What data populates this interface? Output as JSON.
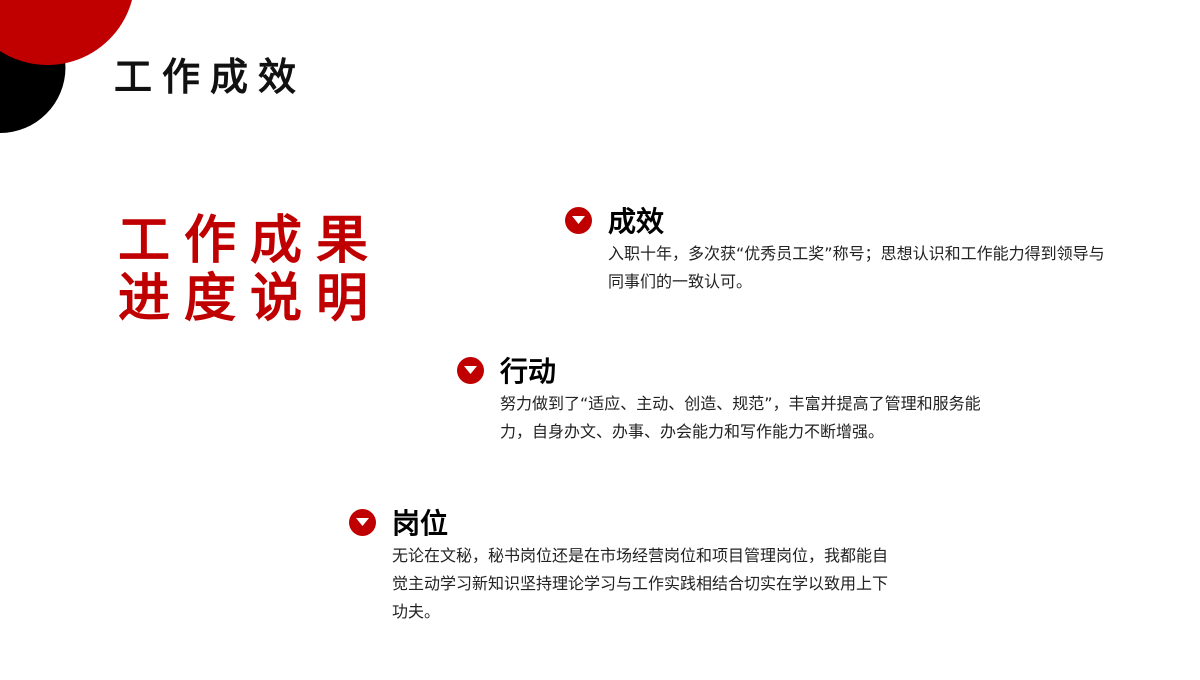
{
  "title": "工作成效",
  "big": {
    "line1": "工作成果",
    "line2": "进度说明"
  },
  "items": [
    {
      "heading": "成效",
      "text": "入职十年，多次获“优秀员工奖”称号；思想认识和工作能力得到领导与同事们的一致认可。"
    },
    {
      "heading": "行动",
      "text": "努力做到了“适应、主动、创造、规范”，丰富并提高了管理和服务能力，自身办文、办事、办会能力和写作能力不断增强。"
    },
    {
      "heading": "岗位",
      "text": "无论在文秘，秘书岗位还是在市场经营岗位和项目管理岗位，我都能自觉主动学习新知识坚持理论学习与工作实践相结合切实在学以致用上下功夫。"
    }
  ],
  "colors": {
    "accent": "#c00000"
  }
}
